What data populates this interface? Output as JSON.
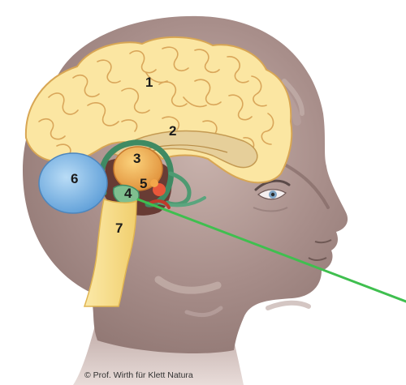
{
  "diagram": {
    "labels": {
      "cerebrum": "1",
      "corpus_callosum": "2",
      "thalamus": "3",
      "hypothalamus_left": "4",
      "pineal_area": "5",
      "cerebellum": "6",
      "brainstem": "7"
    },
    "credit": "© Prof. Wirth für Klett Natura",
    "colors": {
      "head": "#a58c88",
      "cerebrum": "#fbe6a2",
      "cerebrum_outline": "#d8a654",
      "cerebellum": "#8fc4ec",
      "brainstem": "#fbe29a",
      "thalamus": "#f0b24e",
      "limbic": "#4e9a72",
      "pointer_line": "#3fbf4f"
    }
  }
}
